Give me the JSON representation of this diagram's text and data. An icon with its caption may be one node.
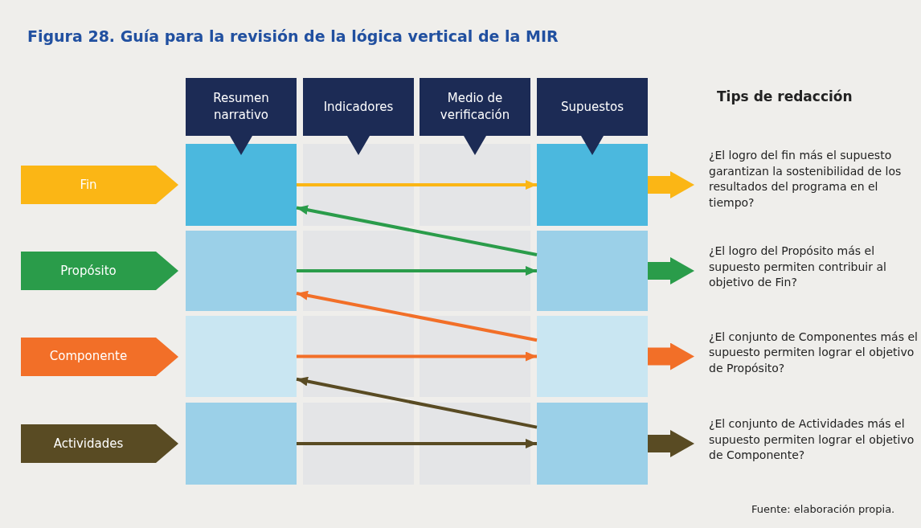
{
  "diagram": {
    "title": "Figura 28. Guía para la revisión de la lógica vertical de la MIR",
    "nodes": [
      {
        "text": [
          "Resumen narrativo"
        ]
      },
      {
        "text": [
          "Indicadores"
        ]
      },
      {
        "text": [
          "Medio de verificación"
        ]
      },
      {
        "text": [
          "Supuestos"
        ]
      },
      {
        "text": [
          "Fin"
        ]
      },
      {
        "text": [],
        "shape": "box"
      },
      {
        "text": [],
        "shape": "box"
      },
      {
        "text": [
          "¿El logro del fin más el supuesto garantizan la sostenibilidad de los resultados del programa en el tiempo?"
        ]
      },
      {
        "text": [
          "Propósito"
        ]
      },
      {
        "text": [],
        "shape": "box"
      },
      {
        "text": [],
        "shape": "box"
      },
      {
        "text": [
          "¿El logro del Propósito más el supuesto permiten contribuir al objetivo de Fin?"
        ]
      },
      {
        "text": [
          "Componente"
        ]
      },
      {
        "text": [],
        "shape": "box"
      },
      {
        "text": [],
        "shape": "box"
      },
      {
        "text": [
          "¿El conjunto de Componentes más el supuesto permiten lograr el objetivo de Propósito?"
        ]
      },
      {
        "text": [
          "Actividades"
        ]
      },
      {
        "text": [],
        "shape": "box"
      },
      {
        "text": [],
        "shape": "box"
      },
      {
        "text": [
          "¿El conjunto de Actividades más el supuesto permiten lograr el objetivo de Componente?"
        ]
      }
    ],
    "edges": [
      {
        "from": 5,
        "to": 6,
        "arrow": "to",
        "color": "#fbb615"
      },
      {
        "from": 6,
        "to": 7,
        "arrow": "to",
        "style": "thick",
        "color": "#fbb615"
      },
      {
        "from": 10,
        "to": 5,
        "arrow": "to",
        "color": "#2a9c4a"
      },
      {
        "from": 9,
        "to": 10,
        "arrow": "to",
        "color": "#2a9c4a"
      },
      {
        "from": 10,
        "to": 11,
        "arrow": "to",
        "style": "thick",
        "color": "#2a9c4a"
      },
      {
        "from": 14,
        "to": 9,
        "arrow": "to",
        "color": "#f26f28"
      },
      {
        "from": 13,
        "to": 14,
        "arrow": "to",
        "color": "#f26f28"
      },
      {
        "from": 14,
        "to": 15,
        "arrow": "to",
        "style": "thick",
        "color": "#f26f28"
      },
      {
        "from": 18,
        "to": 13,
        "arrow": "to",
        "color": "#594b23"
      },
      {
        "from": 17,
        "to": 18,
        "arrow": "to",
        "color": "#594b23"
      },
      {
        "from": 18,
        "to": 19,
        "arrow": "to",
        "style": "thick",
        "color": "#594b23"
      }
    ],
    "labels": [
      "Tips de redacción",
      "Fuente: elaboración propia."
    ]
  }
}
